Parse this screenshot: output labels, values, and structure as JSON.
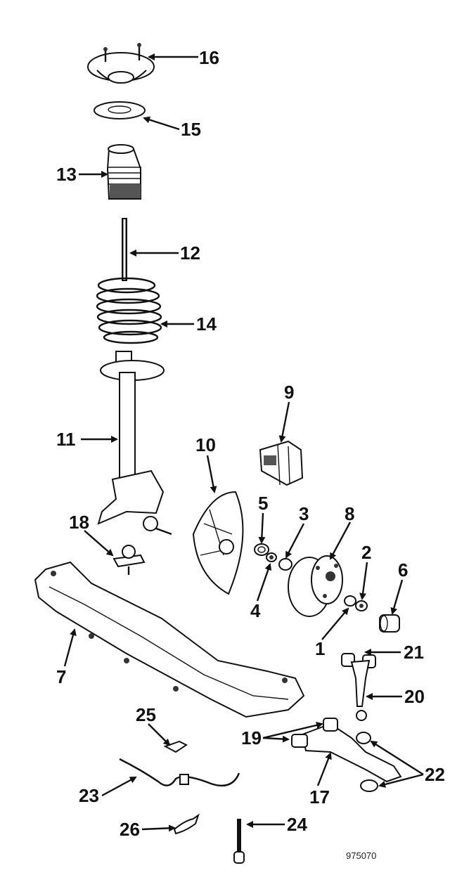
{
  "diagram": {
    "reference_code": "975070",
    "callouts": [
      {
        "id": "c1",
        "label": "1"
      },
      {
        "id": "c2",
        "label": "2"
      },
      {
        "id": "c3",
        "label": "3"
      },
      {
        "id": "c4",
        "label": "4"
      },
      {
        "id": "c5",
        "label": "5"
      },
      {
        "id": "c6",
        "label": "6"
      },
      {
        "id": "c7",
        "label": "7"
      },
      {
        "id": "c8",
        "label": "8"
      },
      {
        "id": "c9",
        "label": "9"
      },
      {
        "id": "c10",
        "label": "10"
      },
      {
        "id": "c11",
        "label": "11"
      },
      {
        "id": "c12",
        "label": "12"
      },
      {
        "id": "c13",
        "label": "13"
      },
      {
        "id": "c14",
        "label": "14"
      },
      {
        "id": "c15",
        "label": "15"
      },
      {
        "id": "c16",
        "label": "16"
      },
      {
        "id": "c17",
        "label": "17"
      },
      {
        "id": "c18",
        "label": "18"
      },
      {
        "id": "c19",
        "label": "19"
      },
      {
        "id": "c20",
        "label": "20"
      },
      {
        "id": "c21",
        "label": "21"
      },
      {
        "id": "c22",
        "label": "22"
      },
      {
        "id": "c23",
        "label": "23"
      },
      {
        "id": "c24",
        "label": "24"
      },
      {
        "id": "c25",
        "label": "25"
      },
      {
        "id": "c26",
        "label": "26"
      }
    ]
  }
}
